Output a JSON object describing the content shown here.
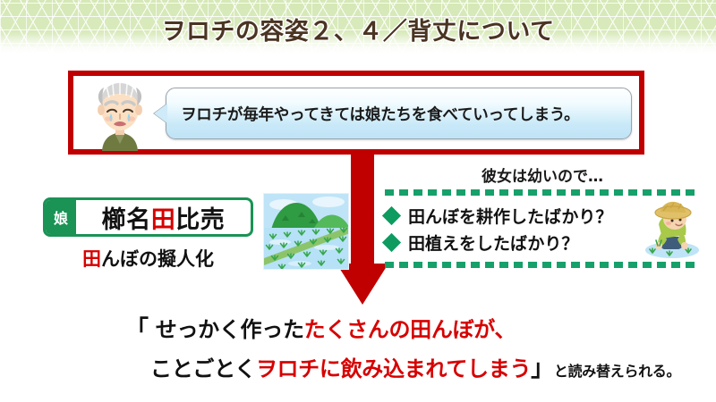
{
  "header": {
    "title": "ヲロチの容姿２、４／背丈について",
    "bg_color": "#d9eabc",
    "text_color": "#4a3422"
  },
  "quote_box": {
    "border_color": "#c00000",
    "character_icon": "elderly-man-crying-icon",
    "speech": "ヲロチが毎年やってきては娘たちを食べていってしまう。",
    "bubble_color": "#c9e9f8"
  },
  "arrow": {
    "icon": "down-arrow-icon",
    "color": "#c00000"
  },
  "name_card": {
    "tag": "娘",
    "name_part1": "櫛名",
    "name_highlight": "田",
    "name_part2": "比売",
    "subtitle_highlight": "田",
    "subtitle_rest": "んぼの擬人化",
    "accent_color": "#1a9355",
    "highlight_color": "#d60000"
  },
  "paddy_image": {
    "icon": "rice-paddy-field-icon",
    "alt": "田んぼ"
  },
  "right_panel": {
    "heading": "彼女は幼いので…",
    "divider_color": "#16a06a",
    "bullet_color": "#0d9b60",
    "items": [
      {
        "label": "田んぼを耕作したばかり？"
      },
      {
        "label": "田植えをしたばかり？"
      }
    ],
    "farmer_icon": "farmer-planting-rice-icon"
  },
  "conclusion": {
    "open_quote": "「",
    "line1_black": " せっかく作った",
    "line1_red": "たくさんの田んぼが、",
    "line2_black": "ことごとく",
    "line2_red": "ヲロチに飲み込まれてしまう",
    "close_quote": "」",
    "tail": "と読み替えられる。",
    "highlight_color": "#d60000"
  }
}
